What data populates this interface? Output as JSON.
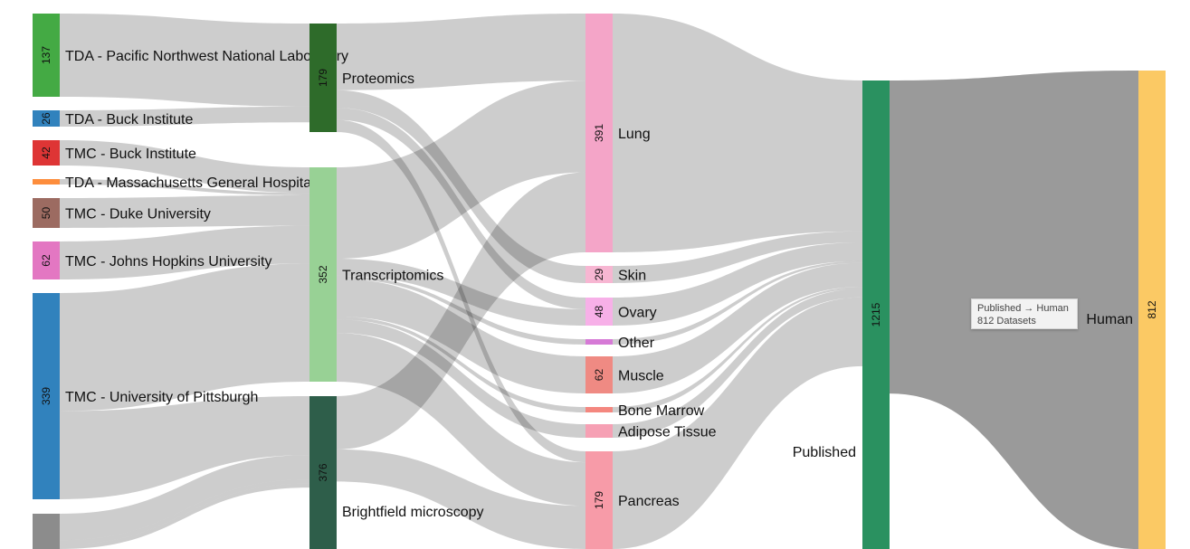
{
  "chart_data": {
    "type": "sankey",
    "nodes": [
      {
        "id": "pnnl",
        "column": 0,
        "label": "TDA - Pacific Northwest National Laboratory",
        "value": 137,
        "value_label": "137",
        "color": "#44aa44"
      },
      {
        "id": "tda_buck",
        "column": 0,
        "label": "TDA - Buck Institute",
        "value": 26,
        "value_label": "26",
        "color": "#3182bd"
      },
      {
        "id": "tmc_buck",
        "column": 0,
        "label": "TMC - Buck Institute",
        "value": 42,
        "value_label": "42",
        "color": "#de3535"
      },
      {
        "id": "mgh",
        "column": 0,
        "label": "TDA - Massachusetts General Hospital",
        "value": 4,
        "value_label": "",
        "color": "#fd8d3c"
      },
      {
        "id": "duke",
        "column": 0,
        "label": "TMC - Duke University",
        "value": 50,
        "value_label": "50",
        "color": "#9c6b61"
      },
      {
        "id": "jhu",
        "column": 0,
        "label": "TMC - Johns Hopkins University",
        "value": 62,
        "value_label": "62",
        "color": "#e377c2"
      },
      {
        "id": "pitt",
        "column": 0,
        "label": "TMC - University of Pittsburgh",
        "value": 339,
        "value_label": "339",
        "color": "#3182bd"
      },
      {
        "id": "other_src",
        "column": 0,
        "label": "",
        "value": 80,
        "value_label": "",
        "color": "#8c8c8c"
      },
      {
        "id": "proteomics",
        "column": 1,
        "label": "Proteomics",
        "value": 179,
        "value_label": "179",
        "color": "#2e6b2a"
      },
      {
        "id": "transcriptomics",
        "column": 1,
        "label": "Transcriptomics",
        "value": 352,
        "value_label": "352",
        "color": "#98d195"
      },
      {
        "id": "brightfield",
        "column": 1,
        "label": "Brightfield microscopy",
        "value": 376,
        "value_label": "376",
        "color": "#2e5e4a"
      },
      {
        "id": "lung",
        "column": 2,
        "label": "Lung",
        "value": 391,
        "value_label": "391",
        "color": "#f4a5c8"
      },
      {
        "id": "skin",
        "column": 2,
        "label": "Skin",
        "value": 29,
        "value_label": "29",
        "color": "#f7b6d2"
      },
      {
        "id": "ovary",
        "column": 2,
        "label": "Ovary",
        "value": 48,
        "value_label": "48",
        "color": "#f7b0e8"
      },
      {
        "id": "other",
        "column": 2,
        "label": "Other",
        "value": 5,
        "value_label": "",
        "color": "#d67ad6"
      },
      {
        "id": "muscle",
        "column": 2,
        "label": "Muscle",
        "value": 62,
        "value_label": "62",
        "color": "#ef8a83"
      },
      {
        "id": "bonemarrow",
        "column": 2,
        "label": "Bone Marrow",
        "value": 5,
        "value_label": "",
        "color": "#f4877f"
      },
      {
        "id": "adipose",
        "column": 2,
        "label": "Adipose Tissue",
        "value": 22,
        "value_label": "",
        "color": "#f6a0b4"
      },
      {
        "id": "pancreas",
        "column": 2,
        "label": "Pancreas",
        "value": 179,
        "value_label": "179",
        "color": "#f79ba8"
      },
      {
        "id": "published",
        "column": 3,
        "label": "Published",
        "value": 1215,
        "value_label": "1215",
        "color": "#2a9160"
      },
      {
        "id": "human",
        "column": 4,
        "label": "Human",
        "value": 812,
        "value_label": "812",
        "color": "#fbc964"
      }
    ],
    "links": [
      {
        "source": "pnnl",
        "target": "proteomics",
        "value": 137
      },
      {
        "source": "tda_buck",
        "target": "proteomics",
        "value": 26
      },
      {
        "source": "tmc_buck",
        "target": "transcriptomics",
        "value": 42
      },
      {
        "source": "mgh",
        "target": "transcriptomics",
        "value": 4
      },
      {
        "source": "duke",
        "target": "transcriptomics",
        "value": 50
      },
      {
        "source": "jhu",
        "target": "transcriptomics",
        "value": 62
      },
      {
        "source": "pitt",
        "target": "transcriptomics",
        "value": 194
      },
      {
        "source": "pitt",
        "target": "brightfield",
        "value": 145
      },
      {
        "source": "other_src",
        "target": "brightfield",
        "value": 60
      },
      {
        "source": "other_src",
        "target": "brightfield",
        "value": 10
      },
      {
        "source": "other_src",
        "target": "brightfield",
        "value": 10
      },
      {
        "source": "proteomics",
        "target": "lung",
        "value": 110
      },
      {
        "source": "proteomics",
        "target": "skin",
        "value": 29
      },
      {
        "source": "proteomics",
        "target": "ovary",
        "value": 20
      },
      {
        "source": "proteomics",
        "target": "pancreas",
        "value": 20
      },
      {
        "source": "transcriptomics",
        "target": "lung",
        "value": 150
      },
      {
        "source": "transcriptomics",
        "target": "ovary",
        "value": 28
      },
      {
        "source": "transcriptomics",
        "target": "other",
        "value": 5
      },
      {
        "source": "transcriptomics",
        "target": "muscle",
        "value": 62
      },
      {
        "source": "transcriptomics",
        "target": "bonemarrow",
        "value": 5
      },
      {
        "source": "transcriptomics",
        "target": "adipose",
        "value": 22
      },
      {
        "source": "transcriptomics",
        "target": "pancreas",
        "value": 80
      },
      {
        "source": "brightfield",
        "target": "lung",
        "value": 131
      },
      {
        "source": "brightfield",
        "target": "pancreas",
        "value": 79
      },
      {
        "source": "lung",
        "target": "published",
        "value": 391
      },
      {
        "source": "skin",
        "target": "published",
        "value": 29
      },
      {
        "source": "ovary",
        "target": "published",
        "value": 48
      },
      {
        "source": "other",
        "target": "published",
        "value": 5
      },
      {
        "source": "muscle",
        "target": "published",
        "value": 62
      },
      {
        "source": "bonemarrow",
        "target": "published",
        "value": 5
      },
      {
        "source": "adipose",
        "target": "published",
        "value": 22
      },
      {
        "source": "pancreas",
        "target": "published",
        "value": 179
      },
      {
        "source": "published",
        "target": "human",
        "value": 812,
        "highlighted": true
      }
    ],
    "link_color": "#c8c8c8",
    "link_highlight_color": "#9a9a9a"
  },
  "tooltip": {
    "line1": "Published → Human",
    "line2": "812 Datasets"
  }
}
